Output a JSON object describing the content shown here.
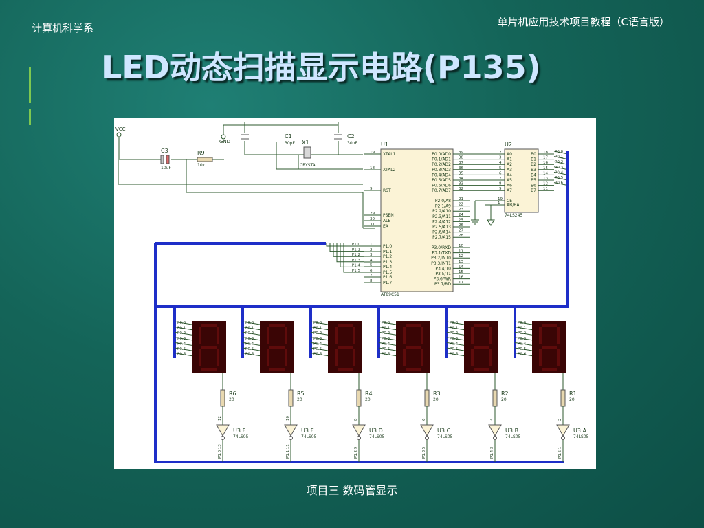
{
  "slide": {
    "dept": "计算机科学系",
    "course": "单片机应用技术项目教程（C语言版）",
    "title": "LED动态扫描显示电路(P135)",
    "footer": "项目三  数码管显示"
  },
  "circuit": {
    "vcc": "VCC",
    "gnd": "GND",
    "c1": {
      "name": "C1",
      "value": "30pF"
    },
    "c2": {
      "name": "C2",
      "value": "30pF"
    },
    "c3": {
      "name": "C3",
      "value": "10uF"
    },
    "r9": {
      "name": "R9",
      "value": "10k"
    },
    "x1": {
      "name": "X1",
      "value": "CRYSTAL"
    },
    "u1": {
      "name": "U1",
      "part": "AT89C51",
      "left_pins": [
        {
          "num": "19",
          "label": "XTAL1"
        },
        {
          "num": "18",
          "label": "XTAL2"
        },
        {
          "num": "9",
          "label": "RST"
        },
        {
          "num": "29",
          "label": "PSEN"
        },
        {
          "num": "30",
          "label": "ALE"
        },
        {
          "num": "31",
          "label": "EA"
        },
        {
          "num": "1",
          "label": "P1.0"
        },
        {
          "num": "2",
          "label": "P1.1"
        },
        {
          "num": "3",
          "label": "P1.2"
        },
        {
          "num": "4",
          "label": "P1.3"
        },
        {
          "num": "5",
          "label": "P1.4"
        },
        {
          "num": "6",
          "label": "P1.5"
        },
        {
          "num": "7",
          "label": "P1.6"
        },
        {
          "num": "8",
          "label": "P1.7"
        }
      ],
      "right_pins": [
        {
          "num": "39",
          "label": "P0.0/AD0"
        },
        {
          "num": "38",
          "label": "P0.1/AD1"
        },
        {
          "num": "37",
          "label": "P0.2/AD2"
        },
        {
          "num": "36",
          "label": "P0.3/AD3"
        },
        {
          "num": "35",
          "label": "P0.4/AD4"
        },
        {
          "num": "34",
          "label": "P0.5/AD5"
        },
        {
          "num": "33",
          "label": "P0.6/AD6"
        },
        {
          "num": "32",
          "label": "P0.7/AD7"
        },
        {
          "num": "21",
          "label": "P2.0/A8"
        },
        {
          "num": "22",
          "label": "P2.1/A9"
        },
        {
          "num": "23",
          "label": "P2.2/A10"
        },
        {
          "num": "24",
          "label": "P2.3/A11"
        },
        {
          "num": "25",
          "label": "P2.4/A12"
        },
        {
          "num": "26",
          "label": "P2.5/A13"
        },
        {
          "num": "27",
          "label": "P2.6/A14"
        },
        {
          "num": "28",
          "label": "P2.7/A15"
        },
        {
          "num": "10",
          "label": "P3.0/RXD"
        },
        {
          "num": "11",
          "label": "P3.1/TXD"
        },
        {
          "num": "12",
          "label": "P3.2/INT0"
        },
        {
          "num": "13",
          "label": "P3.3/INT1"
        },
        {
          "num": "14",
          "label": "P3.4/T0"
        },
        {
          "num": "15",
          "label": "P3.5/T1"
        },
        {
          "num": "16",
          "label": "P3.6/WR"
        },
        {
          "num": "17",
          "label": "P3.7/RD"
        }
      ],
      "p1_nets": [
        "P1.0",
        "P1.1",
        "P1.2",
        "P1.3",
        "P1.4",
        "P1.5"
      ]
    },
    "u2": {
      "name": "U2",
      "part": "74LS245",
      "a_pins": [
        {
          "num": "2",
          "label": "A0"
        },
        {
          "num": "3",
          "label": "A1"
        },
        {
          "num": "4",
          "label": "A2"
        },
        {
          "num": "5",
          "label": "A3"
        },
        {
          "num": "6",
          "label": "A4"
        },
        {
          "num": "7",
          "label": "A5"
        },
        {
          "num": "8",
          "label": "A6"
        },
        {
          "num": "9",
          "label": "A7"
        }
      ],
      "b_pins": [
        {
          "num": "18",
          "label": "B0"
        },
        {
          "num": "17",
          "label": "B1"
        },
        {
          "num": "16",
          "label": "B2"
        },
        {
          "num": "15",
          "label": "B3"
        },
        {
          "num": "14",
          "label": "B4"
        },
        {
          "num": "13",
          "label": "B5"
        },
        {
          "num": "12",
          "label": "B6"
        },
        {
          "num": "11",
          "label": "B7"
        }
      ],
      "ctrl_pins": [
        {
          "num": "19",
          "label": "CE"
        },
        {
          "num": "1",
          "label": "AB/BA"
        }
      ],
      "out_nets": [
        "P0.0",
        "P0.1",
        "P0.2",
        "P0.3",
        "P0.4",
        "P0.5",
        "P0.6"
      ]
    },
    "seg_nets": [
      "P0.0",
      "P0.1",
      "P0.2",
      "P0.3",
      "P0.4",
      "P0.5",
      "P0.6"
    ],
    "digits": [
      {
        "r": "R6",
        "rv": "20",
        "gate": "U3:F",
        "part": "74LS05",
        "in_pin": "13",
        "out_pin": "12",
        "net": "P1.0"
      },
      {
        "r": "R5",
        "rv": "20",
        "gate": "U3:E",
        "part": "74LS05",
        "in_pin": "11",
        "out_pin": "10",
        "net": "P1.1"
      },
      {
        "r": "R4",
        "rv": "20",
        "gate": "U3:D",
        "part": "74LS05",
        "in_pin": "9",
        "out_pin": "8",
        "net": "P1.2"
      },
      {
        "r": "R3",
        "rv": "20",
        "gate": "U3:C",
        "part": "74LS05",
        "in_pin": "5",
        "out_pin": "6",
        "net": "P1.3"
      },
      {
        "r": "R2",
        "rv": "20",
        "gate": "U3:B",
        "part": "74LS05",
        "in_pin": "3",
        "out_pin": "4",
        "net": "P1.4"
      },
      {
        "r": "R1",
        "rv": "20",
        "gate": "U3:A",
        "part": "74LS05",
        "in_pin": "1",
        "out_pin": "2",
        "net": "P1.5"
      }
    ]
  }
}
